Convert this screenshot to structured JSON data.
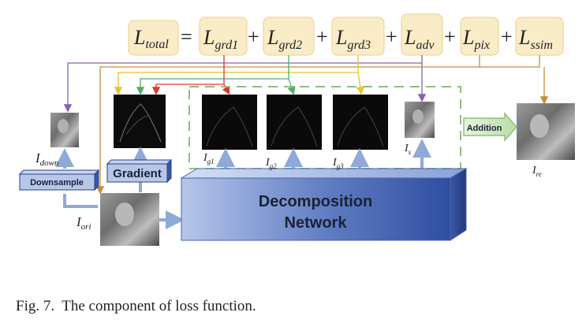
{
  "loss_equation": {
    "total": {
      "main": "L",
      "sub": "total"
    },
    "equals": "=",
    "plus": "+",
    "terms": [
      {
        "main": "L",
        "sub": "grd1"
      },
      {
        "main": "L",
        "sub": "grd2"
      },
      {
        "main": "L",
        "sub": "grd3"
      },
      {
        "main": "L",
        "sub": "adv"
      },
      {
        "main": "L",
        "sub": "pix"
      },
      {
        "main": "L",
        "sub": "ssim"
      }
    ]
  },
  "blocks": {
    "decomposition_line1": "Decomposition",
    "decomposition_line2": "Network",
    "gradient": "Gradient",
    "downsample": "Downsample",
    "addition": "Addition"
  },
  "image_labels": {
    "down": {
      "main": "I",
      "sub": "down"
    },
    "ori": {
      "main": "I",
      "sub": "ori"
    },
    "g1": {
      "main": "I",
      "sub": "g1"
    },
    "g2": {
      "main": "I",
      "sub": "g2"
    },
    "g3": {
      "main": "I",
      "sub": "g3"
    },
    "s": {
      "main": "I",
      "sub": "s"
    },
    "re": {
      "main": "I",
      "sub": "re"
    }
  },
  "caption": "Fig. 7.  The component of loss function.",
  "colors": {
    "box_fill": "#fbecc8",
    "box_stroke": "#e8cf8f",
    "network_front": "#5a74b8",
    "dashed_green": "#8dc07a",
    "purple": "#8a5fb0",
    "orange": "#c98a3c",
    "yellow": "#e8c230",
    "green": "#4caf6a",
    "red": "#d93a2a",
    "blue_arrow": "#8fa9d8"
  }
}
